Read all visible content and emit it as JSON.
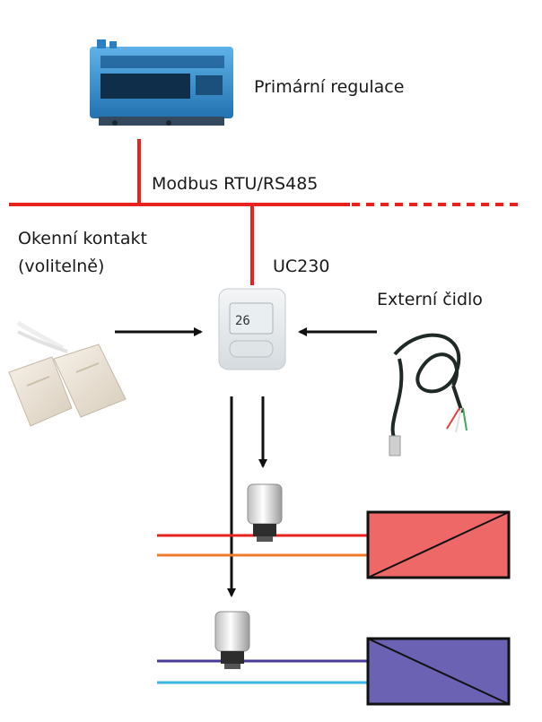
{
  "labels": {
    "primary_control": "Primární regulace",
    "bus": "Modbus RTU/RS485",
    "window_contact_line1": "Okenní kontakt",
    "window_contact_line2": "(volitelně)",
    "controller": "UC230",
    "external_sensor": "Externí čidlo",
    "display_reading": "26"
  },
  "colors": {
    "bus_line": "#e8231f",
    "arrow": "#111111",
    "heating_supply": "#e8231f",
    "heating_return": "#f07a30",
    "cooling_supply": "#4a3a9a",
    "cooling_return": "#3bb6e6",
    "heating_unit": "#ee6868",
    "cooling_unit": "#6b62b3",
    "primary_device": "#2f8fd0"
  },
  "icons": {
    "primary_device": "controller-box-icon",
    "room_controller": "thermostat-icon",
    "window_contact": "magnetic-contact-icon",
    "sensor": "cable-sensor-icon",
    "valve": "valve-actuator-icon",
    "heat_exchanger": "heat-exchanger-icon"
  }
}
